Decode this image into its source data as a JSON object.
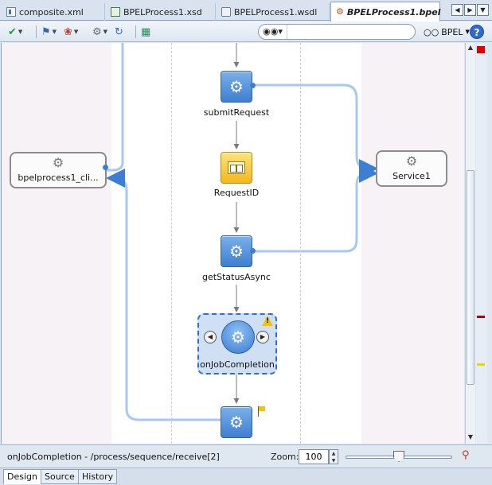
{
  "tabs": [
    {
      "label": "composite.xml",
      "icon": "composite-file-icon"
    },
    {
      "label": "BPELProcess1.xsd",
      "icon": "xsd-file-icon"
    },
    {
      "label": "BPELProcess1.wsdl",
      "icon": "wsdl-file-icon"
    },
    {
      "label": "BPELProcess1.bpel",
      "icon": "bpel-file-icon",
      "active": true
    }
  ],
  "toolbar": {
    "search_placeholder": "",
    "bpel_label": "BPEL",
    "help_label": "?"
  },
  "canvas": {
    "partner_left": "bpelprocess1_cli...",
    "partner_right": "Service1",
    "activities": {
      "submit": "submitRequest",
      "assign": "RequestID",
      "get_status": "getStatusAsync",
      "pick": "onJobCompletion"
    }
  },
  "status": {
    "path": "onJobCompletion - /process/sequence/receive[2]",
    "zoom_label": "Zoom:",
    "zoom_value": "100",
    "zoom_level": 100
  },
  "bottom_tabs": [
    "Design",
    "Source",
    "History"
  ],
  "colors": {
    "accent": "#3c7ed2",
    "wire": "#a9c8f0",
    "assign": "#f5b71c",
    "error_mark": "#e00000",
    "warning_mark": "#f2d200"
  }
}
